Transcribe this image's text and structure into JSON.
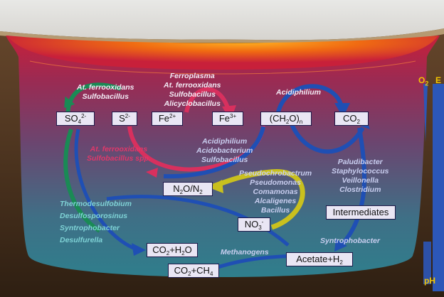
{
  "nodes": {
    "so4": {
      "text": "SO",
      "sub": "4",
      "sup": "2-"
    },
    "s2": {
      "text": "S",
      "sup": "2-"
    },
    "fe2": {
      "text": "Fe",
      "sup": "2+"
    },
    "fe3": {
      "text": "Fe",
      "sup": "3+"
    },
    "ch2o": {
      "text": "(CH",
      "sub": "2",
      "text2": "O)",
      "sub2": "n"
    },
    "co2": {
      "text": "CO",
      "sub": "2"
    },
    "n2o": {
      "text": "N",
      "sub": "2",
      "text2": "O/N",
      "sub2": "2"
    },
    "intermediates": "Intermediates",
    "no3": {
      "text": "NO",
      "sub": "3",
      "sup": "-"
    },
    "co2h2o": {
      "t1": "CO",
      "s1": "2",
      "t2": "+H",
      "s2": "2",
      "t3": "O"
    },
    "co2ch4": {
      "t1": "CO",
      "s1": "2",
      "t2": "+CH",
      "s2": "4"
    },
    "acetate": {
      "text": "Acetate+H",
      "sub": "2"
    }
  },
  "organisms": {
    "so4_s": [
      "At. ferrooxidans",
      "Sulfobacillus"
    ],
    "fe_oxidizers": [
      "Ferroplasma",
      "At. ferrooxidans",
      "Sulfobacillus",
      "Alicyclobacillus"
    ],
    "fe_reducers": [
      "At. ferrooxidans",
      "Sulfobacillus spp."
    ],
    "acidiphilium_top": [
      "Acidiphilium"
    ],
    "fe3_reducers": [
      "Acidiphilium",
      "Acidobacterium",
      "Sulfobacillus"
    ],
    "fermenters": [
      "Paludibacter",
      "Staphylococcus",
      "Veillonella",
      "Clostridium"
    ],
    "denitrifiers": [
      "Pseudochrobactrum",
      "Pseudomonas",
      "Comamonas",
      "Alcaligenes",
      "Bacillus"
    ],
    "sulfate_reducers": [
      "Thermodesulfobium",
      "Desulfosporosinus",
      "Syntrophobacter",
      "Desulfurella"
    ],
    "syntroph": [
      "Syntrophobacter"
    ],
    "methanogens": [
      "Methanogens"
    ]
  },
  "axis": {
    "o2": "O",
    "o2_sub": "2",
    "e": "E",
    "ph": "pH"
  },
  "colors": {
    "green": "#1a8a55",
    "red": "#d8305e",
    "blue": "#1f4fb4",
    "yellow": "#c9c01e"
  }
}
